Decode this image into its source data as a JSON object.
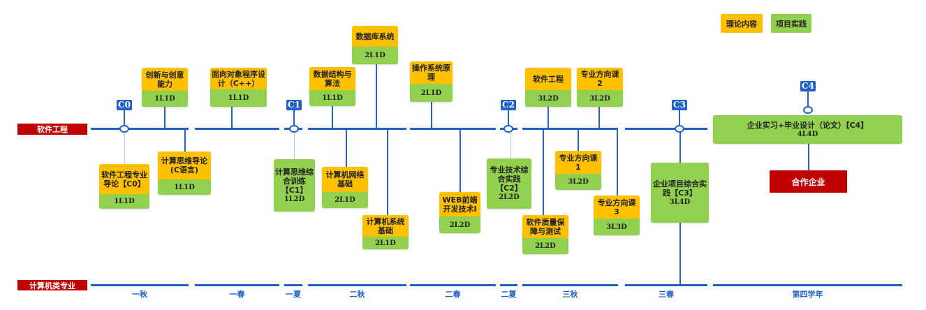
{
  "legend": {
    "theory": "理论内容",
    "practice": "项目实践"
  },
  "colors": {
    "theory": "#FFC000",
    "practice": "#92D050",
    "timeline": "#1F5FC8",
    "label": "#C00000"
  },
  "top_track_label": "软件工程",
  "bottom_track_label": "计算机类专业",
  "terms": [
    "一秋",
    "一春",
    "一夏",
    "二秋",
    "二春",
    "二夏",
    "三秋",
    "三春",
    "第四学年"
  ],
  "milestones": [
    "C0",
    "C1",
    "C2",
    "C3",
    "C4"
  ],
  "courses": [
    {
      "title": "创新与创意能力",
      "code": "1L1D",
      "type": "theory"
    },
    {
      "title": "面向对象程序设计（C++）",
      "code": "1L1D",
      "type": "theory"
    },
    {
      "title": "数据结构与算法",
      "code": "1L1D",
      "type": "theory"
    },
    {
      "title": "数据库系统",
      "code": "2L1D",
      "type": "theory"
    },
    {
      "title": "操作系统原理",
      "code": "2L1D",
      "type": "theory"
    },
    {
      "title": "软件工程",
      "code": "3L2D",
      "type": "theory"
    },
    {
      "title": "专业方向课2",
      "code": "3L2D",
      "type": "theory"
    },
    {
      "title": "软件工程专业导论【C0】",
      "code": "1L1D",
      "type": "theory"
    },
    {
      "title": "计算思维导论(C语言)",
      "code": "1L1D",
      "type": "theory"
    },
    {
      "title": "计算思维综合训练【C1】",
      "code": "1L2D",
      "type": "practice"
    },
    {
      "title": "计算机网络基础",
      "code": "2L1D",
      "type": "theory"
    },
    {
      "title": "计算机系统基础",
      "code": "2L1D",
      "type": "theory"
    },
    {
      "title": "WEB前端开发技术I",
      "code": "2L2D",
      "type": "theory"
    },
    {
      "title": "专业技术综合实践【C2】",
      "code": "2L2D",
      "type": "practice"
    },
    {
      "title": "软件质量保障与测试",
      "code": "2L2D",
      "type": "theory"
    },
    {
      "title": "专业方向课1",
      "code": "3L2D",
      "type": "theory"
    },
    {
      "title": "专业方向课3",
      "code": "3L3D",
      "type": "theory"
    },
    {
      "title": "企业项目综合实践【C3】",
      "code": "3L4D",
      "type": "practice"
    },
    {
      "title": "企业实习+毕业设计（论文）【C4】",
      "code": "4L4D",
      "type": "practice"
    }
  ],
  "partner": "合作企业"
}
